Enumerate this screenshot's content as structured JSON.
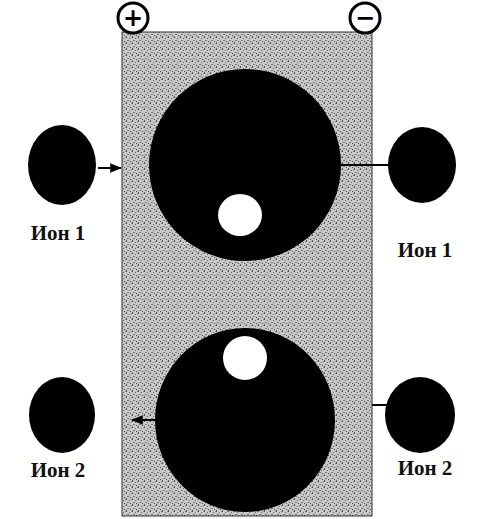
{
  "diagram": {
    "nodes": [
      {
        "text": [
          "Ион 1"
        ]
      },
      {
        "text": [
          "Ион 1"
        ]
      },
      {
        "text": [
          "Ион 2"
        ]
      },
      {
        "text": [
          "Ион 2"
        ]
      }
    ],
    "labels": [
      "+",
      "−"
    ]
  }
}
